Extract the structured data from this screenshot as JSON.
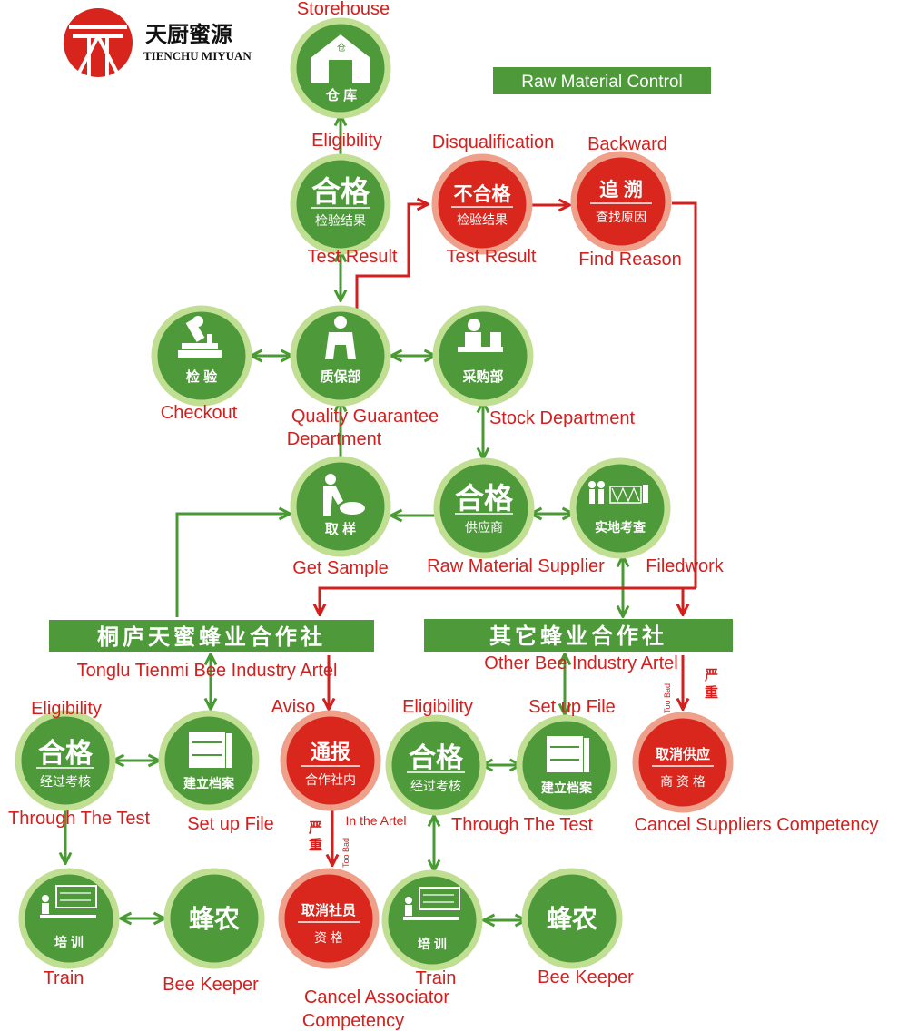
{
  "brand": {
    "name_cn": "天厨蜜源",
    "name_en": "TIENCHU MIYUAN",
    "logo_color": "#d7241c"
  },
  "title": "Raw Material Control",
  "colors": {
    "green": "#4e9a3a",
    "green_arrow": "#4a9a34",
    "ring": "#c1df93",
    "red_circle": "#d9271e",
    "red_ring": "#efa08a",
    "red_text": "#d3201e",
    "white": "#ffffff"
  },
  "nodes": {
    "storehouse": {
      "top": "仓",
      "main": "仓 库",
      "icon": "warehouse-icon",
      "label": "Storehouse"
    },
    "pass_result": {
      "main": "合格",
      "sub": "检验结果",
      "label_top": "Eligibility",
      "label_bottom": "Test Result"
    },
    "fail_result": {
      "main": "不合格",
      "sub": "检验结果",
      "label_top": "Disqualification",
      "label_bottom": "Test Result"
    },
    "trace": {
      "main": "追 溯",
      "sub": "查找原因",
      "label_top": "Backward",
      "label_bottom": "Find Reason"
    },
    "inspect": {
      "main": "检 验",
      "icon": "microscope-icon",
      "label": "Checkout"
    },
    "qa": {
      "main": "质保部",
      "icon": "inspector-icon",
      "label_line1": "Quality Guarantee",
      "label_line2": "Department"
    },
    "purchase": {
      "main": "采购部",
      "icon": "desk-worker-icon",
      "label": "Stock Department"
    },
    "sample": {
      "main": "取 样",
      "icon": "sampling-icon",
      "label": "Get Sample"
    },
    "supplier": {
      "main": "合格",
      "sub": "供应商",
      "label": "Raw Material Supplier"
    },
    "fieldwork": {
      "main": "实地考查",
      "icon": "site-visit-icon",
      "label": "Filedwork"
    },
    "left_pass": {
      "main": "合格",
      "sub": "经过考核",
      "label_top": "Eligibility",
      "label_bottom": "Through The Test"
    },
    "left_file": {
      "main": "建立档案",
      "icon": "file-cabinet-icon",
      "label": "Set up File"
    },
    "notice": {
      "main": "通报",
      "sub": "合作社内",
      "label_top": "Aviso",
      "label_side": "In the Artel"
    },
    "right_pass": {
      "main": "合格",
      "sub": "经过考核",
      "label_top": "Eligibility",
      "label_bottom": "Through The Test"
    },
    "right_file": {
      "main": "建立档案",
      "icon": "file-cabinet-icon",
      "label": "Set up File"
    },
    "cancel_supplier": {
      "main": "取消供应",
      "sub": "商 资 格",
      "label": "Cancel Suppliers Competency"
    },
    "left_train": {
      "main": "培 训",
      "icon": "training-icon",
      "label": "Train"
    },
    "left_keeper": {
      "main": "蜂农",
      "label": "Bee Keeper"
    },
    "cancel_member": {
      "main": "取消社员",
      "sub": "资 格",
      "label_line1": "Cancel Associator",
      "label_line2": "Competency"
    },
    "right_train": {
      "main": "培 训",
      "icon": "training-icon",
      "label": "Train"
    },
    "right_keeper": {
      "main": "蜂农",
      "label": "Bee Keeper"
    }
  },
  "bars": {
    "tonglu": {
      "text": "桐庐天蜜蜂业合作社",
      "label": "Tonglu Tienmi Bee Industry Artel"
    },
    "other": {
      "text": "其它蜂业合作社",
      "label": "Other Bee Industry Artel"
    }
  },
  "severity": {
    "right": {
      "cn": "严\n重",
      "en": "Too Bad"
    },
    "left": {
      "cn": "严\n重",
      "en": "Too Bad"
    }
  }
}
